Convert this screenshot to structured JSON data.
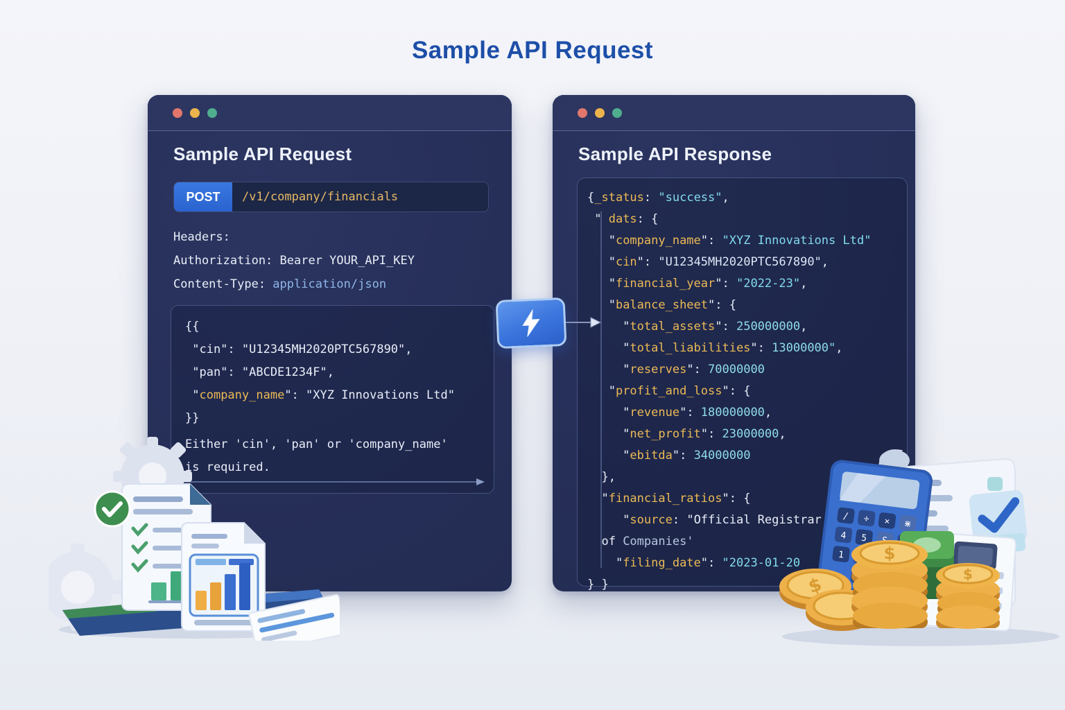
{
  "page": {
    "title": "Sample API Request"
  },
  "colors": {
    "accent_blue": "#2a63cf",
    "title_blue": "#1d4fa8",
    "panel_navy": "#27305a",
    "key_gold": "#ecba55",
    "string_cyan": "#82dbee",
    "traffic_red": "#e1766c",
    "traffic_yellow": "#ecb44c",
    "traffic_green": "#4fae8d"
  },
  "request_window": {
    "title": "Sample API Request",
    "method": "POST",
    "endpoint": "/v1/company/financials",
    "header_lines": [
      [
        {
          "t": "Headers:",
          "c": "plain"
        }
      ],
      [
        {
          "t": "Authorization: Bearer YOUR_API_KEY",
          "c": "plain"
        }
      ],
      [
        {
          "t": "Content-Type: ",
          "c": "plain"
        },
        {
          "t": "application/json",
          "c": "blue"
        }
      ]
    ],
    "body_lines": [
      [
        {
          "t": "{{",
          "c": "plain"
        }
      ],
      [
        {
          "t": " \"cin\": \"U12345MH2020PTC567890\",",
          "c": "plain"
        }
      ],
      [
        {
          "t": " \"pan\": \"ABCDE1234F\",",
          "c": "plain"
        }
      ],
      [
        {
          "t": " \"",
          "c": "plain"
        },
        {
          "t": "company_name",
          "c": "key"
        },
        {
          "t": "\": \"XYZ Innovations Ltd\"",
          "c": "plain"
        }
      ],
      [
        {
          "t": "}}",
          "c": "plain"
        }
      ]
    ],
    "note_lines": [
      [
        {
          "t": "Either 'cin', 'pan' or 'company_name'",
          "c": "plain"
        }
      ],
      [
        {
          "t": "is required.",
          "c": "plain"
        }
      ]
    ]
  },
  "response_window": {
    "title": "Sample API Response",
    "code_lines": [
      [
        {
          "t": "{",
          "c": "plain"
        },
        {
          "t": "_status",
          "c": "key"
        },
        {
          "t": ": ",
          "c": "plain"
        },
        {
          "t": "\"success\"",
          "c": "cyan"
        },
        {
          "t": ",",
          "c": "plain"
        }
      ],
      [
        {
          "t": " \" ",
          "c": "plain"
        },
        {
          "t": "dats",
          "c": "key"
        },
        {
          "t": ": {",
          "c": "plain"
        }
      ],
      [
        {
          "t": "   \"",
          "c": "plain"
        },
        {
          "t": "company_name",
          "c": "key"
        },
        {
          "t": "\": ",
          "c": "plain"
        },
        {
          "t": "\"XYZ Innovations Ltd\"",
          "c": "cyan"
        }
      ],
      [
        {
          "t": "   \"",
          "c": "plain"
        },
        {
          "t": "cin",
          "c": "key"
        },
        {
          "t": "\": ",
          "c": "plain"
        },
        {
          "t": "\"U12345MH2020PTC567890\"",
          "c": "light"
        },
        {
          "t": ",",
          "c": "plain"
        }
      ],
      [
        {
          "t": "   \"",
          "c": "plain"
        },
        {
          "t": "financial_year",
          "c": "key"
        },
        {
          "t": "\": ",
          "c": "plain"
        },
        {
          "t": "\"2022-23\"",
          "c": "cyan"
        },
        {
          "t": ",",
          "c": "plain"
        }
      ],
      [
        {
          "t": "   \"",
          "c": "plain"
        },
        {
          "t": "balance_sheet",
          "c": "key"
        },
        {
          "t": "\": {",
          "c": "plain"
        }
      ],
      [
        {
          "t": "     \"",
          "c": "plain"
        },
        {
          "t": "total_assets",
          "c": "key"
        },
        {
          "t": "\": ",
          "c": "plain"
        },
        {
          "t": "250000000",
          "c": "num"
        },
        {
          "t": ",",
          "c": "plain"
        }
      ],
      [
        {
          "t": "     \"",
          "c": "plain"
        },
        {
          "t": "total_liabilities",
          "c": "key"
        },
        {
          "t": "\": ",
          "c": "plain"
        },
        {
          "t": "13000000\"",
          "c": "num"
        },
        {
          "t": ",",
          "c": "plain"
        }
      ],
      [
        {
          "t": "     \"",
          "c": "plain"
        },
        {
          "t": "reserves",
          "c": "key"
        },
        {
          "t": "\": ",
          "c": "plain"
        },
        {
          "t": "70000000",
          "c": "num"
        }
      ],
      [
        {
          "t": "   \"",
          "c": "plain"
        },
        {
          "t": "profit_and_loss",
          "c": "key"
        },
        {
          "t": "\": {",
          "c": "plain"
        }
      ],
      [
        {
          "t": "     \"",
          "c": "plain"
        },
        {
          "t": "revenue",
          "c": "key"
        },
        {
          "t": "\": ",
          "c": "plain"
        },
        {
          "t": "180000000",
          "c": "num"
        },
        {
          "t": ",",
          "c": "plain"
        }
      ],
      [
        {
          "t": "     \"",
          "c": "plain"
        },
        {
          "t": "net_profit",
          "c": "key"
        },
        {
          "t": "\": ",
          "c": "plain"
        },
        {
          "t": "23000000",
          "c": "num"
        },
        {
          "t": ",",
          "c": "plain"
        }
      ],
      [
        {
          "t": "     \"",
          "c": "plain"
        },
        {
          "t": "ebitda",
          "c": "key"
        },
        {
          "t": "\": ",
          "c": "plain"
        },
        {
          "t": "34000000",
          "c": "num"
        }
      ],
      [
        {
          "t": "  },",
          "c": "plain"
        }
      ],
      [
        {
          "t": "  \"",
          "c": "plain"
        },
        {
          "t": "financial_ratios",
          "c": "key"
        },
        {
          "t": "\": {",
          "c": "plain"
        }
      ],
      [
        {
          "t": "     \"",
          "c": "plain"
        },
        {
          "t": "source",
          "c": "key"
        },
        {
          "t": ": ",
          "c": "plain"
        },
        {
          "t": "\"Official Registrar",
          "c": "plain"
        }
      ],
      [
        {
          "t": "  of ",
          "c": "plain"
        },
        {
          "t": "Companies'",
          "c": "dim"
        }
      ],
      [
        {
          "t": "    \"",
          "c": "plain"
        },
        {
          "t": "filing_date",
          "c": "key"
        },
        {
          "t": "\": ",
          "c": "plain"
        },
        {
          "t": "\"2023-01-20",
          "c": "cyan"
        }
      ],
      [
        {
          "t": "} }",
          "c": "plain"
        }
      ]
    ]
  },
  "connector": {
    "icon": "lightning-icon"
  },
  "decorations": {
    "left_illustration": "documents-with-checklist-charts-gears-and-check-badge",
    "right_illustration": "calculator-receipt-coins-cash-and-check-badge"
  }
}
